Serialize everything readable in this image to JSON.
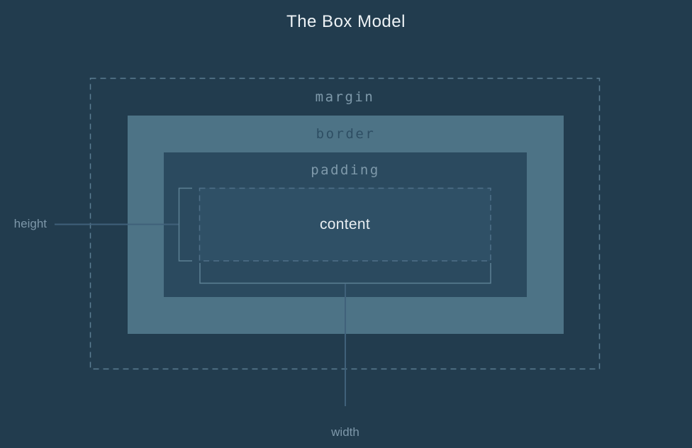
{
  "title": "The Box Model",
  "diagram": {
    "boxes": {
      "margin": {
        "label": "margin"
      },
      "border": {
        "label": "border"
      },
      "padding": {
        "label": "padding"
      },
      "content": {
        "label": "content"
      }
    },
    "dimensions": {
      "height_label": "height",
      "width_label": "width"
    }
  },
  "colors": {
    "page_bg": "#223c4e",
    "border_box_fill": "#4d7386",
    "padding_box_fill": "#2b4a5f",
    "content_box_fill": "#2f5066",
    "margin_dash": "#5b7d92",
    "content_dash": "#507089",
    "bracket_line": "#5d8094",
    "pointer_line": "#40617a",
    "title_text": "#edf2f5",
    "light_label_text": "#7f9aab",
    "dark_label_text": "#2e4e63",
    "content_text": "#e9eef2",
    "dimension_text": "#7d97a9"
  }
}
